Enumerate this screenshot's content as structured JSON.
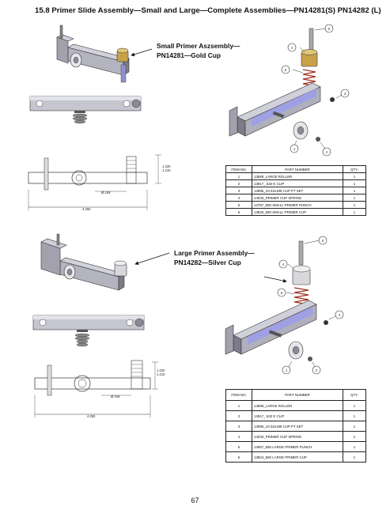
{
  "page": {
    "title": "15.8  Primer Slide Assembly—Small and Large—Complete Assemblies—PN14281(S) PN14282 (L)",
    "page_number": "67"
  },
  "small_assembly": {
    "callout_line1": "Small Primer Aszsembly—",
    "callout_line2": "PN14281—Gold Cup",
    "dims": {
      "d1": "Ø.159",
      "h": "1.220",
      "h2": "1.210",
      "len": "4.250"
    },
    "balloons": [
      "5",
      "4",
      "3",
      "1",
      "2",
      "6"
    ],
    "table": {
      "headers": [
        "ITEM NO.",
        "PART NUMBER",
        "QTY."
      ],
      "rows": [
        [
          "1",
          "13889_LARGE ROLLER",
          "1"
        ],
        [
          "2",
          "13917_.532 E CLIP",
          "1"
        ],
        [
          "3",
          "13996_10-32x188 CUP PT SET",
          "1"
        ],
        [
          "4",
          "14033_PRIMER CUP SPRING",
          "1"
        ],
        [
          "5",
          "13757_550 SMALL PRIMER PUNCH",
          "1"
        ],
        [
          "6",
          "13825_550 SMALL PRIMER CUP",
          "1"
        ]
      ]
    }
  },
  "large_assembly": {
    "callout_line1": "Large Primer Assembly—",
    "callout_line2": "PN14282—Silver Cup",
    "dims": {
      "d1": "Ø.159",
      "h": "1.220",
      "h2": "1.210",
      "len": "4.250"
    },
    "balloons": [
      "5",
      "4",
      "3",
      "1",
      "2",
      "6"
    ],
    "table": {
      "headers": [
        "ITEM NO.",
        "PART NUMBER",
        "QTY."
      ],
      "rows": [
        [
          "1",
          "13889_LARGE ROLLER",
          "1"
        ],
        [
          "2",
          "13917_.532 E CLIP",
          "1"
        ],
        [
          "3",
          "13996_10-32x188 CUP PT SET",
          "1"
        ],
        [
          "4",
          "14033_PRIMER CUP SPRING",
          "1"
        ],
        [
          "5",
          "13967_550 LARGE PRIMER PUNCH",
          "1"
        ],
        [
          "6",
          "13824_550 LARGE PRIMER CUP",
          "1"
        ]
      ]
    }
  },
  "colors": {
    "steel": "#9a9aa6",
    "steel_dark": "#5f5f6a",
    "steel_light": "#c9c9d6",
    "gold": "#c8a24a",
    "silver": "#d8d8dc"
  }
}
